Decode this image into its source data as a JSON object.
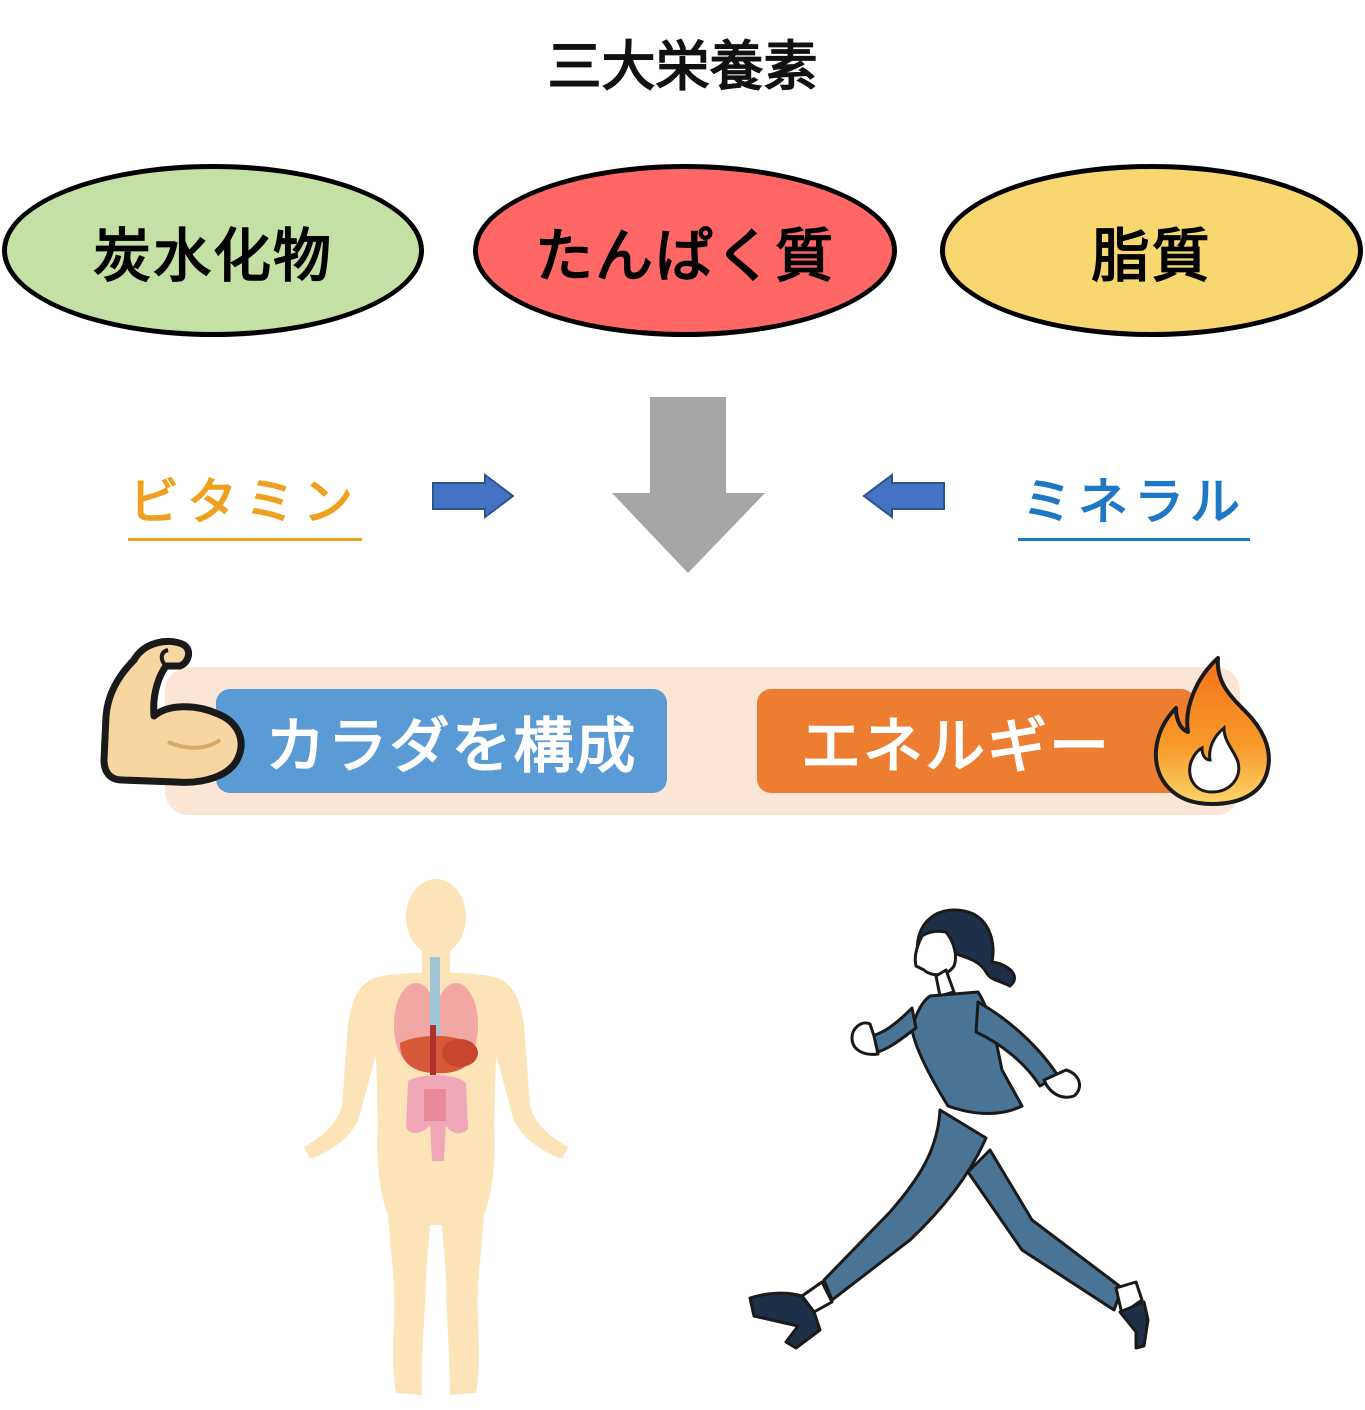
{
  "title": "三大栄養素",
  "nutrients": [
    {
      "label": "炭水化物",
      "color": "#c5e0a5"
    },
    {
      "label": "たんぱく質",
      "color": "#ff6666"
    },
    {
      "label": "脂質",
      "color": "#f8d670"
    }
  ],
  "vitamin": {
    "label": "ビタミン",
    "color": "#f0a020"
  },
  "mineral": {
    "label": "ミネラル",
    "color": "#1f78c6"
  },
  "arrow_colors": {
    "main": "#a5a5a5",
    "side": "#4472c4"
  },
  "band_color": "#fbe5d6",
  "build": {
    "label": "カラダを構成",
    "color": "#5b9bd5"
  },
  "energy": {
    "label": "エネルギー",
    "color": "#ed7d31"
  },
  "icons": {
    "build": "flexed-biceps-icon",
    "energy": "fire-icon",
    "body": "human-anatomy-illustration",
    "runner": "running-woman-illustration"
  }
}
